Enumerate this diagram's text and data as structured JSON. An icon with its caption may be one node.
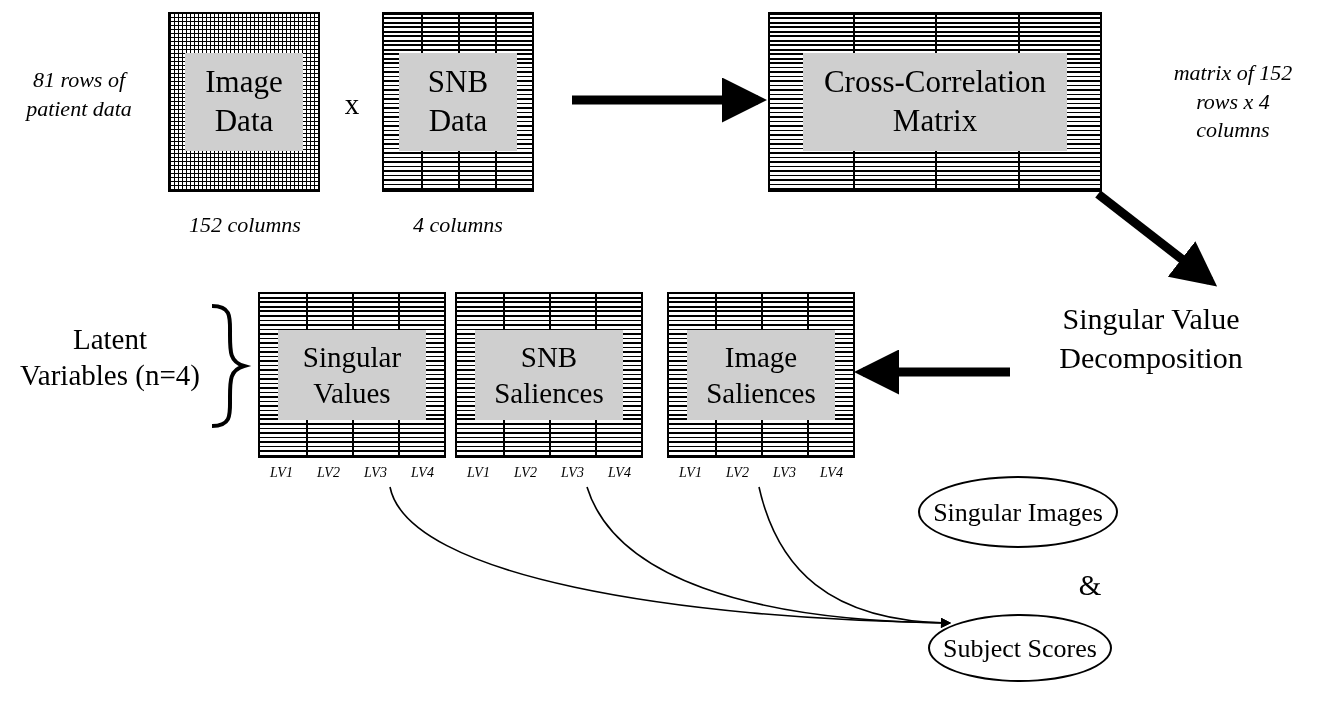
{
  "diagram": {
    "nodes": [
      {
        "text": [
          "Image Data"
        ],
        "beside": [
          "81 rows of patient data",
          "152 columns"
        ]
      },
      {
        "text": [
          "SNB Data"
        ],
        "beside": [
          "4 columns"
        ]
      },
      {
        "text": [
          "Cross-Correlation Matrix"
        ],
        "beside": [
          "matrix of 152 rows x 4 columns"
        ]
      },
      {
        "text": [
          "Singular Value Decomposition"
        ]
      },
      {
        "text": [
          "Singular Values",
          "LV1",
          "LV2",
          "LV3",
          "LV4"
        ]
      },
      {
        "text": [
          "SNB Saliences",
          "LV1",
          "LV2",
          "LV3",
          "LV4"
        ]
      },
      {
        "text": [
          "Image Saliences",
          "LV1",
          "LV2",
          "LV3",
          "LV4"
        ]
      },
      {
        "text": [
          "Singular Images"
        ]
      },
      {
        "text": [
          "Subject Scores"
        ]
      }
    ],
    "edges": [
      {
        "from": 1,
        "to": 2,
        "arrow": "to",
        "style": "thick"
      },
      {
        "from": 2,
        "to": 3,
        "arrow": "to",
        "style": "thick"
      },
      {
        "from": 3,
        "to": 6,
        "arrow": "to",
        "style": "thick"
      },
      {
        "from": 4,
        "to": 8,
        "arrow": "to"
      },
      {
        "from": 5,
        "to": 8,
        "arrow": "to"
      },
      {
        "from": 6,
        "to": 8,
        "arrow": "to"
      }
    ],
    "labels": [
      "x",
      "Latent Variables (n=4)",
      "&"
    ]
  }
}
